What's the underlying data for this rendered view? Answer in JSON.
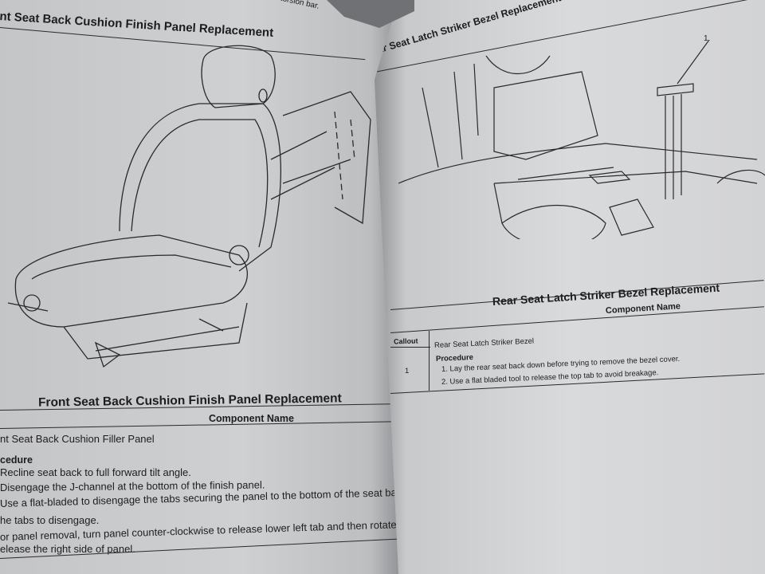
{
  "left_page": {
    "top_fragment": "the torsion bar.",
    "header_title": "nt Seat Back Cushion Finish Panel Replacement",
    "table_title": "Front Seat Back Cushion Finish Panel Replacement",
    "column_header": "Component Name",
    "component": "nt Seat Back Cushion Filler Panel",
    "procedure_label": "cedure",
    "steps": [
      "Recline seat back to full forward tilt angle.",
      "Disengage the J-channel at the bottom of the finish panel.",
      "Use a flat-bladed to disengage the tabs securing the panel to the bottom of the seat back fram",
      "he tabs to disengage.",
      "or panel removal, turn panel counter-clockwise to release lower left tab and then rotate clock",
      "elease the right side of panel."
    ]
  },
  "right_page": {
    "header_title": "ar Seat Latch Striker Bezel Replacement",
    "figure_callout": "1",
    "table_title": "Rear Seat Latch Striker Bezel Replacement",
    "column_header": "Component Name",
    "callout_header": "Callout",
    "callout_value": "1",
    "component": "Rear Seat Latch Striker Bezel",
    "procedure_label": "Procedure",
    "steps": [
      "1.  Lay the rear seat back down before trying to remove the bezel cover.",
      "2.  Use a flat bladed tool to release the top tab to avoid breakage."
    ]
  }
}
